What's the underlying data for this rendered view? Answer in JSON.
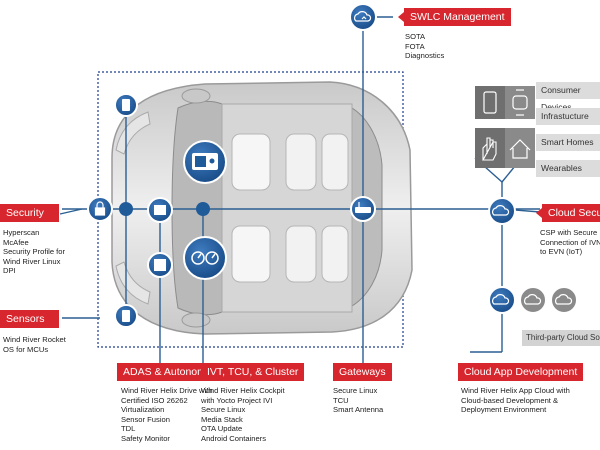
{
  "labels": {
    "swlc": "SWLC Management",
    "security": "Security",
    "sensors": "Sensors",
    "cloud_security": "Cloud Security",
    "adas": "ADAS & Autonomous",
    "ivt": "IVT, TCU, & Cluster",
    "gateways": "Gateways",
    "cloud_app": "Cloud App Development"
  },
  "descriptions": {
    "swlc": [
      "SOTA",
      "FOTA",
      "Diagnostics"
    ],
    "security": [
      "Hyperscan",
      "McAfee",
      "Security Profile for",
      "Wind River Linux",
      "DPI"
    ],
    "sensors": [
      "Wind River Rocket",
      "OS for MCUs"
    ],
    "cloud_security": [
      "CSP with Secure",
      "Connection of IVN",
      "to EVN (IoT)"
    ],
    "adas": [
      "Wind River Helix Drive with",
      "Certified ISO 26262",
      "Virtualization",
      "Sensor Fusion",
      "TDL",
      "Safety Monitor"
    ],
    "ivt": [
      "Wind River Helix Cockpit",
      "with Yocto Project IVI",
      "Secure Linux",
      "Media Stack",
      "OTA Update",
      "Android Containers"
    ],
    "gateways": [
      "Secure Linux",
      "TCU",
      "Smart Antenna"
    ],
    "cloud_app": [
      "Wind River Helix App Cloud with",
      "Cloud-based Development &",
      "Deployment Environment"
    ]
  },
  "iot_categories": [
    "Consumer Devices",
    "Infrastucture",
    "Smart Homes",
    "Wearables"
  ],
  "third_party": "Third-party Cloud Solutions",
  "icons": {
    "node": "circle-node-icon",
    "lock": "lock-icon",
    "cloud": "cloud-icon",
    "chip": "chip-icon",
    "gauge": "gauge-cluster-icon",
    "radio": "head-unit-icon",
    "phone": "smartphone-icon",
    "watch": "smartwatch-icon",
    "hand": "hand-icon",
    "home": "smart-home-icon",
    "router": "gateway-icon"
  },
  "colors": {
    "accent_red": "#d7262d",
    "node_blue": "#1f5a99",
    "line_blue": "#2b5f93",
    "dotted_border": "#1e3d8f",
    "grey_tile": "#6f6f6f",
    "grey_label": "#dcdcdc"
  }
}
